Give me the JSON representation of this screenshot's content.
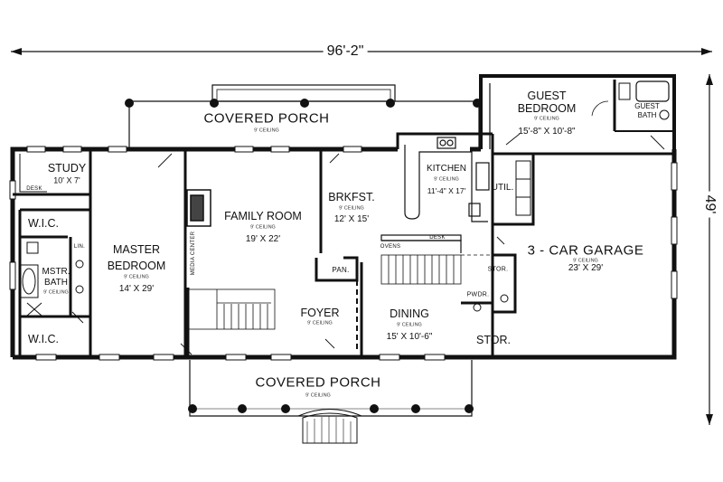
{
  "overall": {
    "width": "96'-2\"",
    "depth": "49'"
  },
  "ceiling_note": "9' CEILING",
  "rooms": {
    "covered_porch_rear": {
      "name": "COVERED PORCH"
    },
    "covered_porch_front": {
      "name": "COVERED PORCH"
    },
    "guest_bedroom": {
      "name_1": "GUEST",
      "name_2": "BEDROOM",
      "size": "15'-8\" X 10'-8\""
    },
    "guest_bath": {
      "name_1": "GUEST",
      "name_2": "BATH"
    },
    "study": {
      "name": "STUDY",
      "size": "10' X 7'"
    },
    "desk_study": {
      "name": "DESK"
    },
    "wic_1": {
      "name": "W.I.C."
    },
    "wic_2": {
      "name": "W.I.C."
    },
    "lin": {
      "name": "LIN."
    },
    "master_bath": {
      "name_1": "MSTR.",
      "name_2": "BATH"
    },
    "master_bedroom": {
      "name_1": "MASTER",
      "name_2": "BEDROOM",
      "size": "14' X 29'"
    },
    "family_room": {
      "name": "FAMILY ROOM",
      "size": "19' X 22'"
    },
    "media_center": {
      "name": "MEDIA CENTER"
    },
    "breakfast": {
      "name": "BRKFST.",
      "size": "12' X 15'"
    },
    "kitchen": {
      "name": "KITCHEN",
      "size": "11'-4\" X 17'"
    },
    "util": {
      "name": "UTIL."
    },
    "garage": {
      "name": "3 - CAR GARAGE",
      "size": "23' X 29'"
    },
    "pantry": {
      "name": "PAN."
    },
    "foyer": {
      "name": "FOYER"
    },
    "dining": {
      "name": "DINING",
      "size": "15' X 10'-6\""
    },
    "ovens": {
      "name": "OVENS"
    },
    "desk_kitchen": {
      "name": "DESK"
    },
    "stor_small": {
      "name": "STOR."
    },
    "powder": {
      "name": "PWDR."
    },
    "stor_garage": {
      "name": "STOR."
    }
  }
}
